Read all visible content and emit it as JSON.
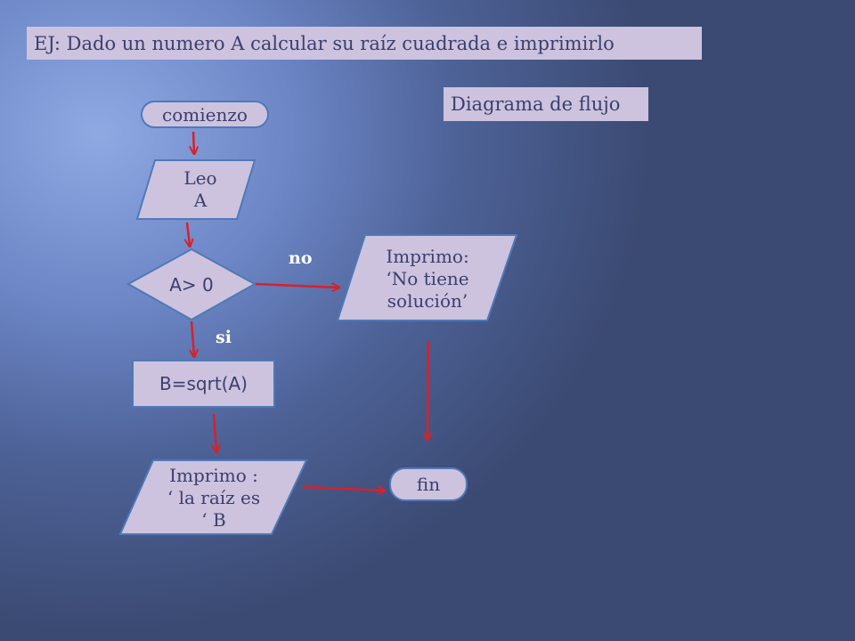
{
  "title": "EJ: Dado un numero A calcular su raíz cuadrada e imprimirlo",
  "subtitle": "Diagrama de flujo",
  "nodes": {
    "start": "comienzo",
    "input": [
      "Leo",
      "A"
    ],
    "decision": "A> 0",
    "output_no": [
      "Imprimo:",
      "‘No tiene",
      "solución’"
    ],
    "process": "B=sqrt(A)",
    "output_root": [
      "Imprimo :",
      "‘ la raíz es",
      "‘ B"
    ],
    "end": "fin"
  },
  "edges": {
    "no_label": "no",
    "si_label": "si"
  },
  "colors": {
    "shape_fill": "#cdc3de",
    "shape_border": "#4f79b7",
    "arrow": "#d9202a",
    "text": "#3a3f6e"
  }
}
